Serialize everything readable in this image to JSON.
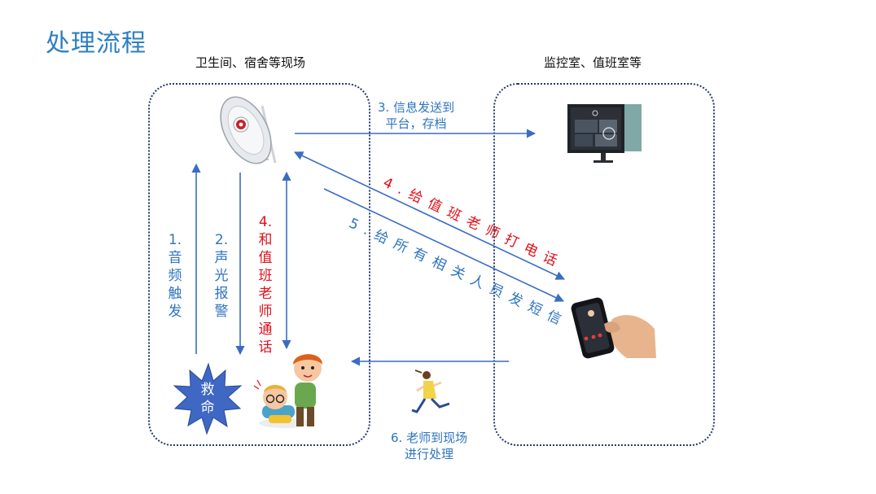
{
  "title": "处理流程",
  "regions": {
    "left_label": "卫生间、宿舍等现场",
    "right_label": "监控室、值班室等"
  },
  "steps": {
    "s1": [
      "1.",
      "音",
      "频",
      "触",
      "发"
    ],
    "s2": [
      "2.",
      "声",
      "光",
      "报",
      "警"
    ],
    "s4v": [
      "4.",
      "和",
      "值",
      "班",
      "老",
      "师",
      "通",
      "话"
    ],
    "s3": [
      "3. 信息发送到",
      "平台，存档"
    ],
    "s4d": "4.给值班老师打电话",
    "s5d": "5.给所有相关人员发短信",
    "s6": [
      "6. 老师到现场",
      "进行处理"
    ]
  },
  "badge": [
    "救",
    "命"
  ],
  "colors": {
    "blue": "#2e74c0",
    "red": "#e0101a",
    "title": "#2e7fc1",
    "border": "#223a6b",
    "badge": "#3f67c4"
  }
}
